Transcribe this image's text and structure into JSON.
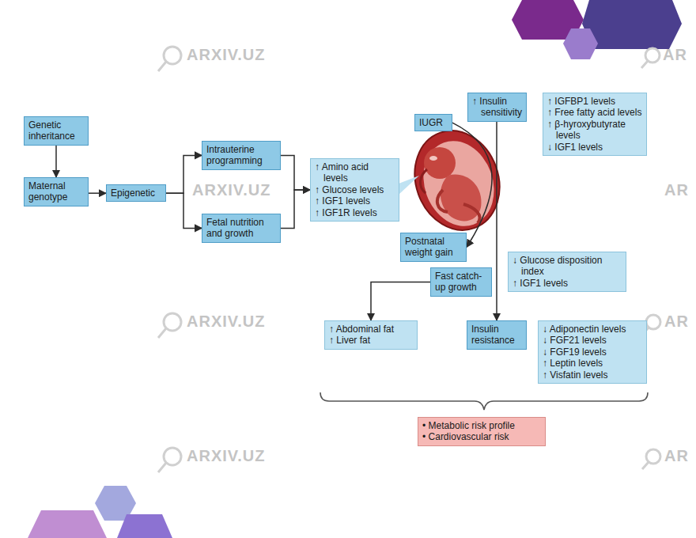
{
  "diagram": {
    "nodes": [
      {
        "text": [
          "Genetic inheritance"
        ]
      },
      {
        "text": [
          "Maternal genotype"
        ]
      },
      {
        "text": [
          "Epigenetic"
        ]
      },
      {
        "text": [
          "Intrauterine programming"
        ]
      },
      {
        "text": [
          "Fetal nutrition and growth"
        ]
      },
      {
        "text": [
          "↑ Amino acid levels",
          "↑ Glucose levels",
          "↑ IGF1 levels",
          "↑ IGF1R levels"
        ]
      },
      {
        "text": [
          "IUGR"
        ]
      },
      {
        "text": [
          "↑ Insulin sensitivity"
        ]
      },
      {
        "text": [
          "↑ IGFBP1 levels",
          "↑ Free fatty acid levels",
          "↑ β-hyroxybutyrate levels",
          "↓ IGF1 levels"
        ]
      },
      {
        "text": [
          "Postnatal weight gain"
        ]
      },
      {
        "text": [
          "↓ Glucose disposition index",
          "↑ IGF1 levels"
        ]
      },
      {
        "text": [
          "Fast catch-up growth"
        ]
      },
      {
        "text": [
          "↑ Abdominal fat",
          "↑ Liver fat"
        ]
      },
      {
        "text": [
          "Insulin resistance"
        ]
      },
      {
        "text": [
          "↓ Adiponectin levels",
          "↓ FGF21 levels",
          "↓ FGF19 levels",
          "↑ Leptin levels",
          "↑ Visfatin levels"
        ]
      },
      {
        "text": [
          "• Metabolic risk profile",
          "• Cardiovascular risk"
        ]
      }
    ],
    "edges": [
      {
        "from": 0,
        "to": 1,
        "arrow": "to"
      },
      {
        "from": 1,
        "to": 2,
        "arrow": "to"
      },
      {
        "from": 2,
        "to": 3,
        "arrow": "to"
      },
      {
        "from": 2,
        "to": 4,
        "arrow": "to"
      },
      {
        "from": 3,
        "to": 5,
        "arrow": "to"
      },
      {
        "from": 4,
        "to": 5,
        "arrow": "to"
      },
      {
        "from": 6,
        "to": 9,
        "arrow": "to"
      },
      {
        "from": 7,
        "to": 13,
        "arrow": "to"
      },
      {
        "from": 11,
        "to": 12,
        "arrow": "to"
      }
    ],
    "labels": [
      "ARXIV.UZ",
      "AR",
      "ARXIV.UZ",
      "AR",
      "ARXIV.UZ",
      "AR",
      "ARXIV.UZ",
      "AR"
    ]
  }
}
